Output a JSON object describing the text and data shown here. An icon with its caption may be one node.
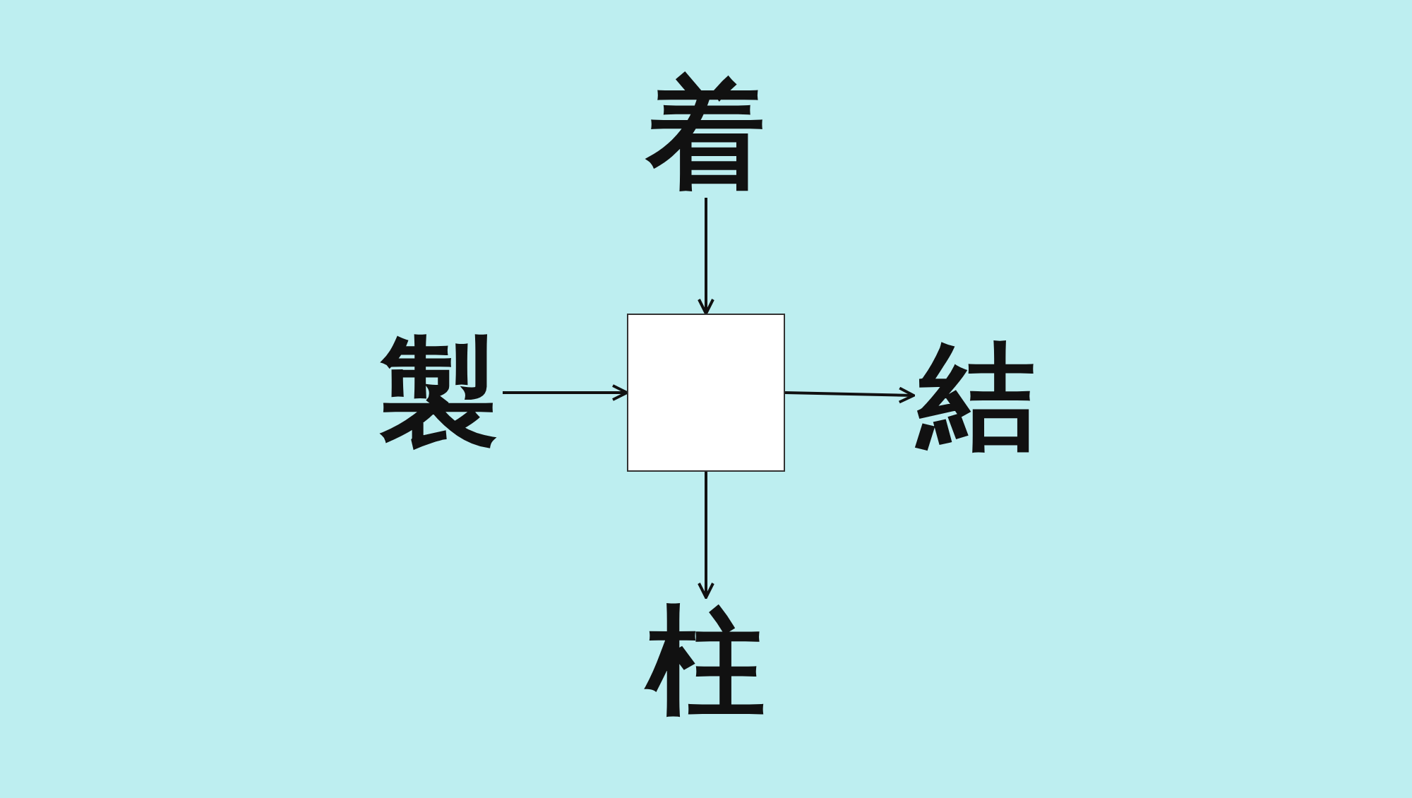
{
  "diagram": {
    "nodes": [
      {
        "text": [
          "着"
        ]
      },
      {
        "text": [
          "製"
        ]
      },
      {
        "text": [],
        "shape": "box"
      },
      {
        "text": [
          "結"
        ]
      },
      {
        "text": [
          "柱"
        ]
      }
    ],
    "edges": [
      {
        "from": 0,
        "to": 2,
        "arrow": "to"
      },
      {
        "from": 1,
        "to": 2,
        "arrow": "to"
      },
      {
        "from": 2,
        "to": 3,
        "arrow": "to"
      },
      {
        "from": 2,
        "to": 4,
        "arrow": "to"
      }
    ]
  }
}
